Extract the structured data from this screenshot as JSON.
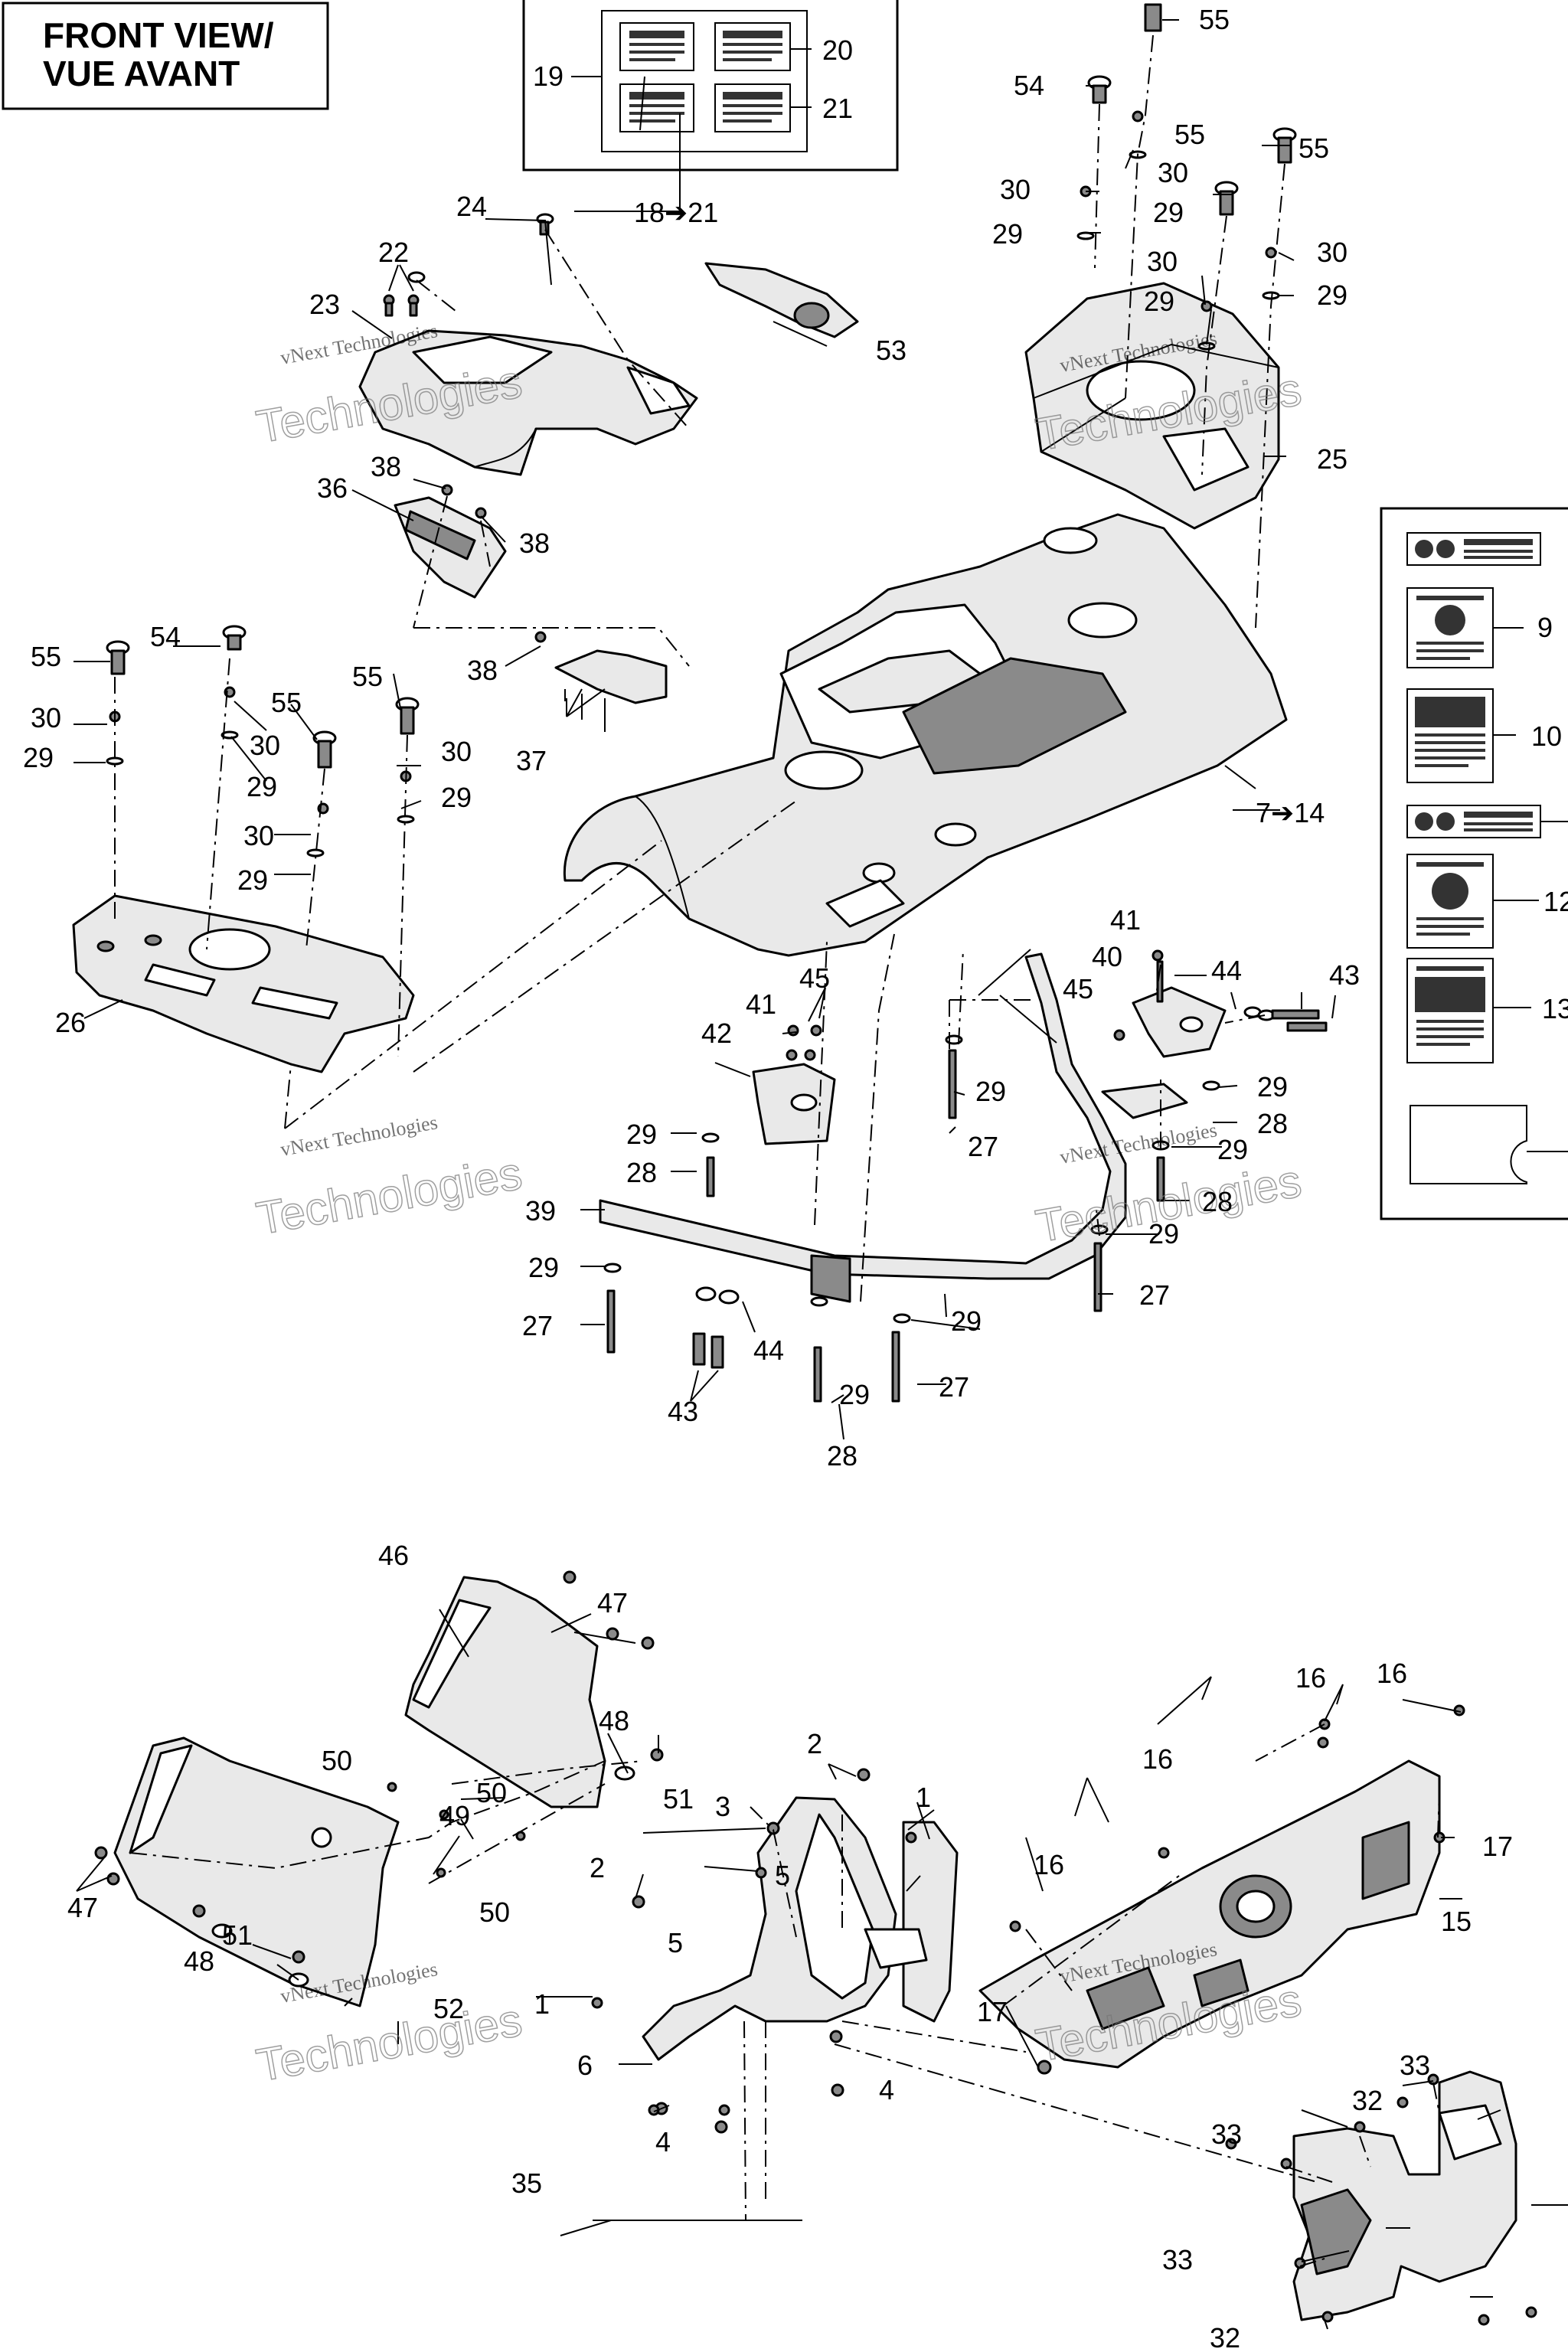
{
  "title_lines": [
    "FRONT VIEW/",
    "VUE AVANT"
  ],
  "watermark": {
    "line1": "vNext Technologies",
    "line2": "Technologies"
  },
  "labels": {
    "l1a": "1",
    "l1b": "1",
    "l2a": "2",
    "l2b": "2",
    "l3": "3",
    "l4a": "4",
    "l4b": "4",
    "l5a": "5",
    "l5b": "5",
    "l6": "6",
    "l7to14": "7➔14",
    "l9": "9",
    "l10": "10",
    "l12": "12",
    "l13": "13",
    "l15": "15",
    "l16a": "16",
    "l16b": "16",
    "l16c": "16",
    "l16d": "16",
    "l17a": "17",
    "l17b": "17",
    "l18to21": "18➔21",
    "l19": "19",
    "l20": "20",
    "l21": "21",
    "l22": "22",
    "l23": "23",
    "l24": "24",
    "l25": "25",
    "l26": "26",
    "l27a": "27",
    "l27b": "27",
    "l27c": "27",
    "l27d": "27",
    "l28a": "28",
    "l28b": "28",
    "l28c": "28",
    "l28d": "28",
    "l29a": "29",
    "l29b": "29",
    "l29c": "29",
    "l29d": "29",
    "l29e": "29",
    "l29f": "29",
    "l29g": "29",
    "l29h": "29",
    "l29i": "29",
    "l29j": "29",
    "l29k": "29",
    "l29l": "29",
    "l29m": "29",
    "l29n": "29",
    "l29o": "29",
    "l29p": "29",
    "l30a": "30",
    "l30b": "30",
    "l30c": "30",
    "l30d": "30",
    "l30e": "30",
    "l30f": "30",
    "l30g": "30",
    "l30h": "30",
    "l32a": "32",
    "l32b": "32",
    "l33a": "33",
    "l33b": "33",
    "l33c": "33",
    "l35": "35",
    "l36": "36",
    "l37": "37",
    "l38a": "38",
    "l38b": "38",
    "l38c": "38",
    "l39": "39",
    "l40": "40",
    "l41a": "41",
    "l41b": "41",
    "l42": "42",
    "l43a": "43",
    "l43b": "43",
    "l44a": "44",
    "l44b": "44",
    "l45a": "45",
    "l45b": "45",
    "l46": "46",
    "l47a": "47",
    "l47b": "47",
    "l48a": "48",
    "l48b": "48",
    "l49": "49",
    "l50a": "50",
    "l50b": "50",
    "l50c": "50",
    "l51a": "51",
    "l51b": "51",
    "l52": "52",
    "l53": "53",
    "l54a": "54",
    "l54b": "54",
    "l55a": "55",
    "l55b": "55",
    "l55c": "55",
    "l55d": "55",
    "l55e": "55",
    "l55f": "55"
  }
}
